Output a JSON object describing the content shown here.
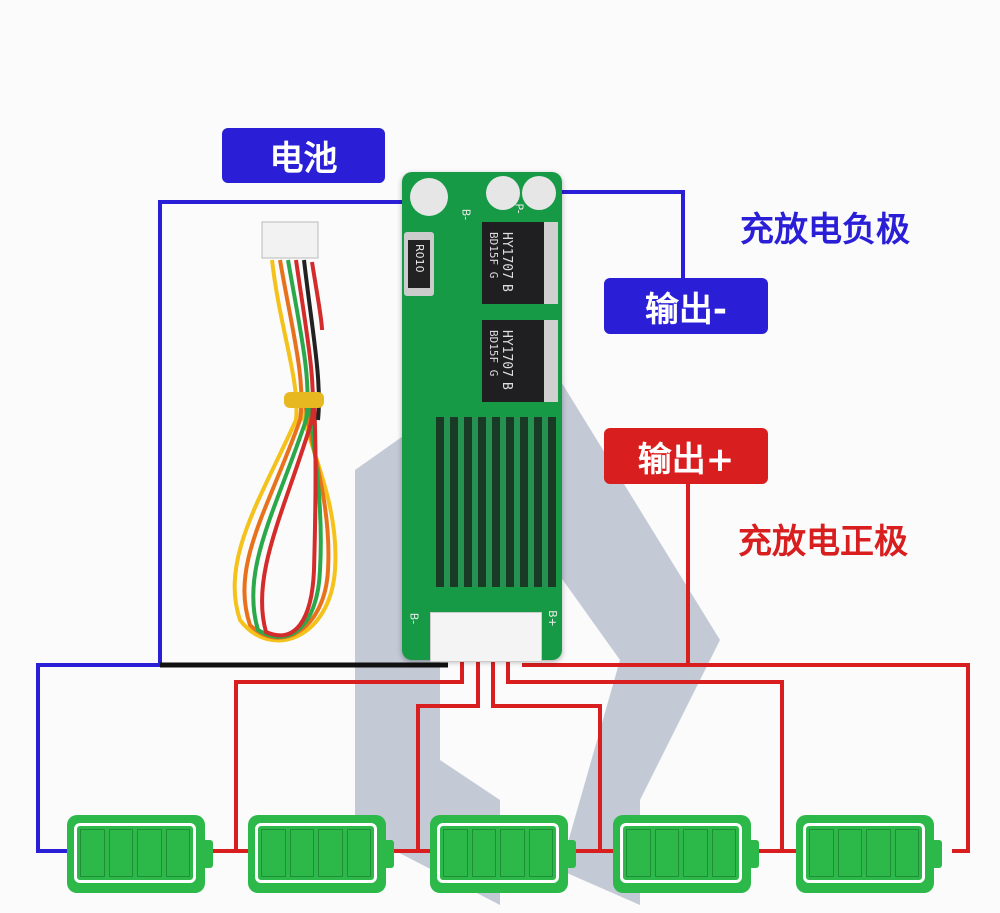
{
  "labels": {
    "battery": "电池",
    "charge_discharge_negative": "充放电负极",
    "output_negative": "输出-",
    "output_positive": "输出+",
    "charge_discharge_positive": "充放电正极"
  },
  "pcb": {
    "pad_b_minus": "B-",
    "pad_p_minus": "P-",
    "resistor": "R010",
    "mosfets": [
      {
        "line1": "HY1707",
        "line2": "BD15F G",
        "mark": "B"
      },
      {
        "line1": "HY1707",
        "line2": "BD15F G",
        "mark": "B"
      }
    ],
    "pad_b_minus_bottom": "B-",
    "pad_b_plus_bottom": "B+"
  },
  "colors": {
    "blue": "#2a1fd6",
    "red": "#d81e1e",
    "battery_green": "#2db84a",
    "pcb_green": "#179a45"
  },
  "battery_count": 5
}
